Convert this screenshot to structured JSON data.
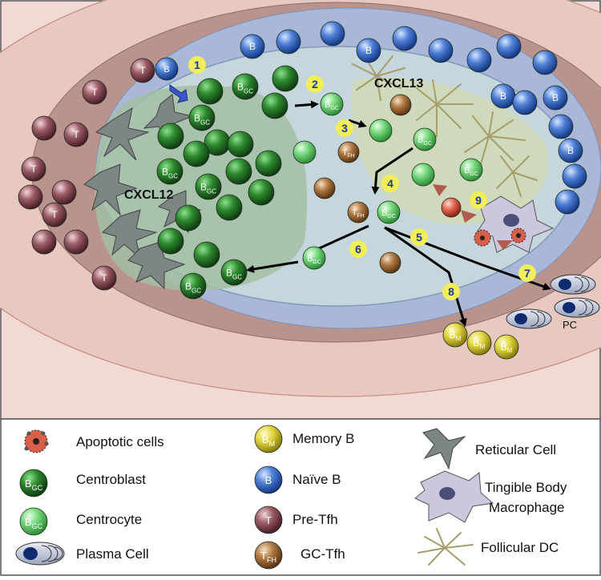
{
  "diagram": {
    "labels": {
      "cxcl13": "CXCL13",
      "cxcl12": "CXCL12",
      "pc": "PC"
    },
    "steps": [
      "1",
      "2",
      "3",
      "4",
      "5",
      "6",
      "7",
      "8",
      "9"
    ],
    "cell_letters": {
      "bgc_main": "B",
      "bgc_sub": "GC",
      "tfh_main": "T",
      "tfh_sub": "FH",
      "bm_main": "B",
      "bm_sub": "M",
      "naive": "B",
      "pretfh": "T"
    },
    "colors": {
      "outer_zone": "#e9c7bd",
      "mantle": "#b98f87",
      "follicle_blue": "#a7b7d8",
      "gc_zone": "#c6d7de",
      "dark_zone": "#a6c0a6",
      "light_zone": "#ccd8b3",
      "centroblast": "#2e7d2e",
      "centrocyte": "#74d37a",
      "naive_b": "#3f6fc6",
      "pre_tfh": "#8a4b55",
      "gc_tfh": "#9a6a3b",
      "memory_b": "#e1d23a",
      "step_badge": "#f1ee59",
      "step_text": "#1b3d97"
    }
  },
  "legend": {
    "items": [
      {
        "label": "Apoptotic cells"
      },
      {
        "label": "Memory B"
      },
      {
        "label": "Reticular Cell"
      },
      {
        "label": "Centroblast"
      },
      {
        "label": "Naïve B"
      },
      {
        "label": "Tingible Body"
      },
      {
        "label": "Macrophage"
      },
      {
        "label": "Centrocyte"
      },
      {
        "label": "Pre-Tfh"
      },
      {
        "label": "Plasma Cell"
      },
      {
        "label": "GC-Tfh"
      },
      {
        "label": "Follicular DC"
      }
    ]
  }
}
